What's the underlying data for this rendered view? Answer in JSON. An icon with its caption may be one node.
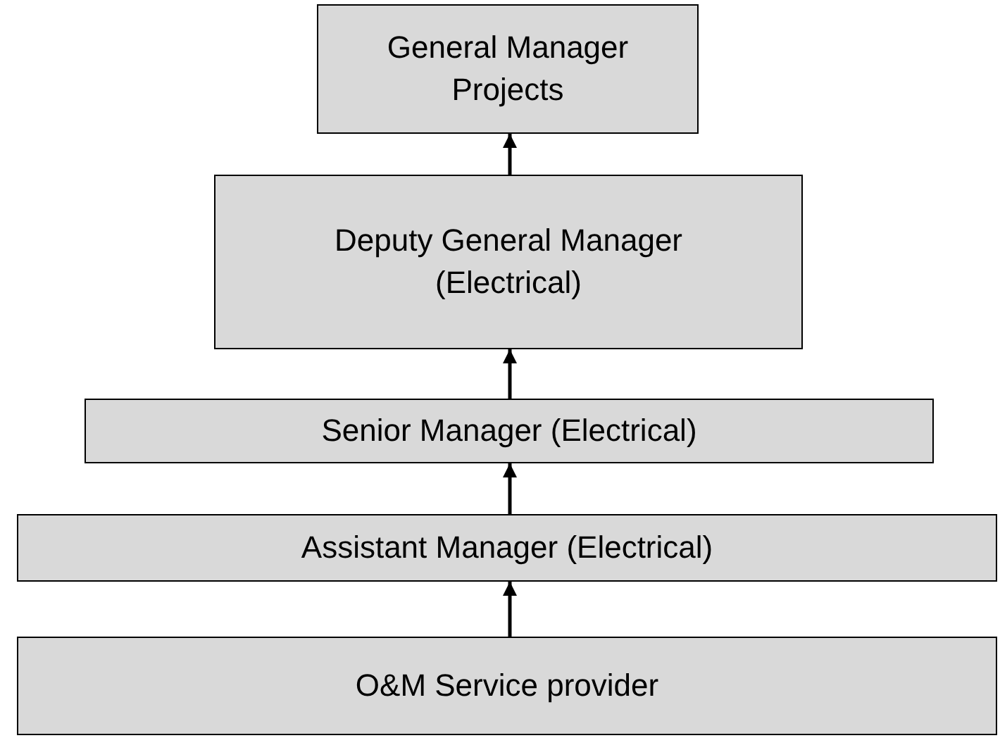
{
  "diagram": {
    "nodes": [
      {
        "text": [
          "General Manager Projects"
        ]
      },
      {
        "text": [
          "Deputy General Manager (Electrical)"
        ]
      },
      {
        "text": [
          "Senior Manager (Electrical)"
        ]
      },
      {
        "text": [
          "Assistant Manager (Electrical)"
        ]
      },
      {
        "text": [
          "O&M Service provider"
        ]
      }
    ],
    "edges": [
      {
        "from": 1,
        "to": 0,
        "arrow": "to"
      },
      {
        "from": 2,
        "to": 1,
        "arrow": "to"
      },
      {
        "from": 3,
        "to": 2,
        "arrow": "to"
      },
      {
        "from": 4,
        "to": 3,
        "arrow": "to"
      }
    ]
  }
}
